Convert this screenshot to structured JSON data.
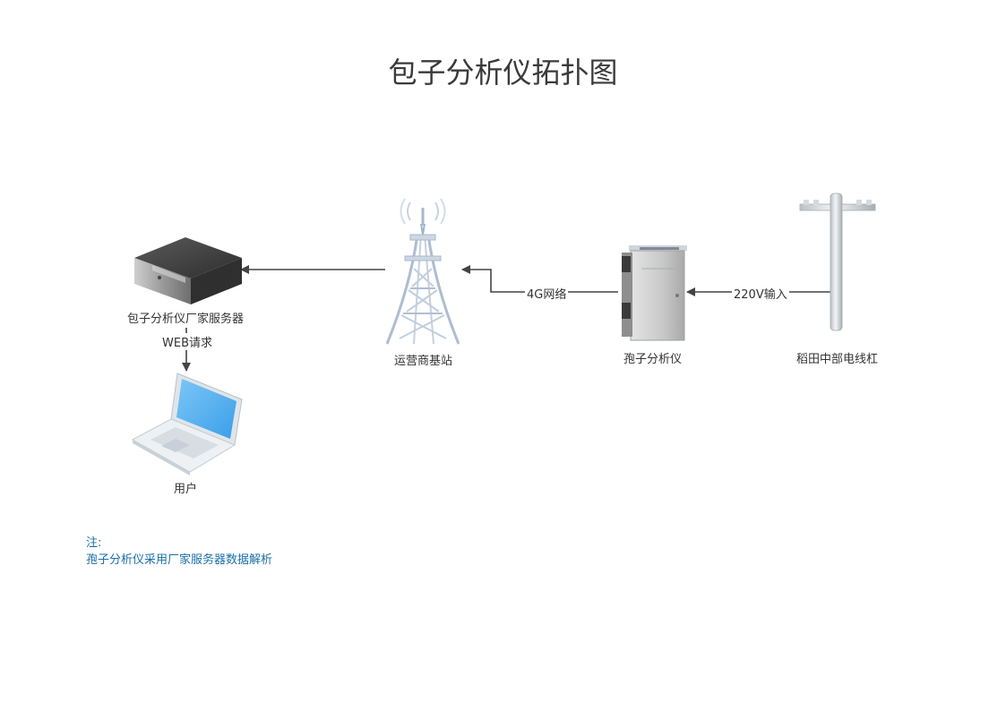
{
  "title": "包子分析仪拓扑图",
  "nodes": {
    "server": "包子分析仪厂家服务器",
    "laptop": "用户",
    "tower": "运营商基站",
    "analyzer": "孢子分析仪",
    "pole": "稻田中部电线杠"
  },
  "edges": {
    "web_request": "WEB请求",
    "network_4g": "4G网络",
    "power_220v": "220V输入"
  },
  "note": {
    "line1": "注:",
    "line2": "孢子分析仪采用厂家服务器数据解析"
  }
}
